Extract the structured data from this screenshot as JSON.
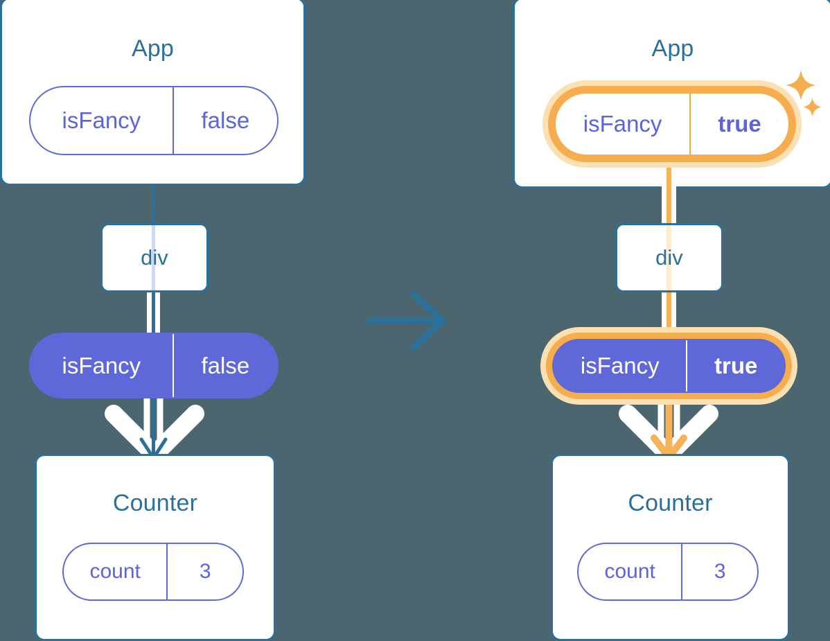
{
  "diagram": {
    "title": "React state update propagation",
    "background_color": "#4c6670",
    "colors": {
      "card_border": "#2a7099",
      "card_title": "#2a7099",
      "pill_outline": "#5e6ad6",
      "pill_filled": "#5f68d8",
      "highlight": "#f6ad4d",
      "highlight_glow": "#fbe0b4",
      "arrow_blue": "#2a7099",
      "arrow_orange": "#f6b257",
      "connector_halo": "#ffffff"
    },
    "transition_icon": "right-arrow-icon"
  },
  "before": {
    "app": {
      "title": "App",
      "state": {
        "key": "isFancy",
        "value": "false",
        "highlighted": false,
        "style": "outline"
      }
    },
    "div": {
      "label": "div"
    },
    "prop": {
      "key": "isFancy",
      "value": "false",
      "highlighted": false,
      "style": "filled"
    },
    "counter": {
      "title": "Counter",
      "state": {
        "key": "count",
        "value": "3",
        "highlighted": false,
        "style": "outline"
      }
    }
  },
  "after": {
    "app": {
      "title": "App",
      "state": {
        "key": "isFancy",
        "value": "true",
        "highlighted": true,
        "style": "outline"
      }
    },
    "div": {
      "label": "div"
    },
    "prop": {
      "key": "isFancy",
      "value": "true",
      "highlighted": true,
      "style": "filled"
    },
    "counter": {
      "title": "Counter",
      "state": {
        "key": "count",
        "value": "3",
        "highlighted": false,
        "style": "outline"
      }
    },
    "sparkles": [
      "sparkle-large-icon",
      "sparkle-small-icon"
    ]
  }
}
